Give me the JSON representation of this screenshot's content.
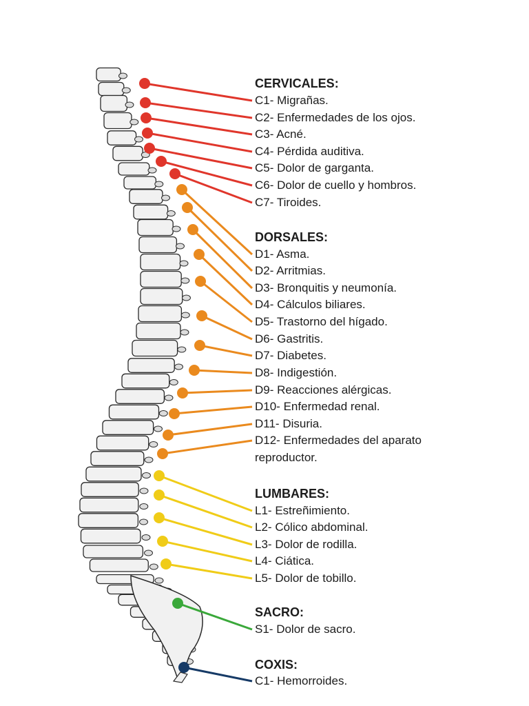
{
  "colors": {
    "cervical": "#e0362b",
    "dorsal": "#ea8a1e",
    "lumbar": "#f0cc18",
    "sacro": "#3aa83a",
    "coxis": "#163a66",
    "bone": "#f1f1f1",
    "bone_outline": "#2a2a2a"
  },
  "sections": [
    {
      "id": "cervical",
      "heading": "CERVICALES:",
      "items": [
        {
          "code": "C1-",
          "text": "Migrañas."
        },
        {
          "code": "C2-",
          "text": "Enfermedades de los ojos."
        },
        {
          "code": "C3-",
          "text": "Acné."
        },
        {
          "code": "C4-",
          "text": "Pérdida auditiva."
        },
        {
          "code": "C5-",
          "text": "Dolor de garganta."
        },
        {
          "code": "C6-",
          "text": "Dolor de cuello y hombros."
        },
        {
          "code": "C7-",
          "text": "Tiroides."
        }
      ]
    },
    {
      "id": "dorsal",
      "heading": "DORSALES:",
      "items": [
        {
          "code": "D1-",
          "text": "Asma."
        },
        {
          "code": "D2-",
          "text": "Arritmias."
        },
        {
          "code": "D3-",
          "text": "Bronquitis y neumonía."
        },
        {
          "code": "D4-",
          "text": "Cálculos biliares."
        },
        {
          "code": "D5-",
          "text": "Trastorno del hígado."
        },
        {
          "code": "D6-",
          "text": "Gastritis."
        },
        {
          "code": "D7-",
          "text": "Diabetes."
        },
        {
          "code": "D8-",
          "text": "Indigestión."
        },
        {
          "code": "D9-",
          "text": "Reacciones alérgicas."
        },
        {
          "code": "D10-",
          "text": "Enfermedad renal."
        },
        {
          "code": "D11-",
          "text": "Disuria."
        },
        {
          "code": "D12-",
          "text": "Enfermedades del aparato"
        }
      ],
      "continuation": "reproductor."
    },
    {
      "id": "lumbar",
      "heading": "LUMBARES:",
      "items": [
        {
          "code": "L1-",
          "text": "Estreñimiento."
        },
        {
          "code": "L2-",
          "text": "Cólico abdominal."
        },
        {
          "code": "L3-",
          "text": "Dolor de rodilla."
        },
        {
          "code": "L4-",
          "text": "Ciática."
        },
        {
          "code": "L5-",
          "text": "Dolor de tobillo."
        }
      ]
    },
    {
      "id": "sacro",
      "heading": "SACRO:",
      "items": [
        {
          "code": "S1-",
          "text": "Dolor de sacro."
        }
      ]
    },
    {
      "id": "coxis",
      "heading": "COXIS:",
      "items": [
        {
          "code": "C1-",
          "text": "Hemorroides."
        }
      ]
    }
  ]
}
